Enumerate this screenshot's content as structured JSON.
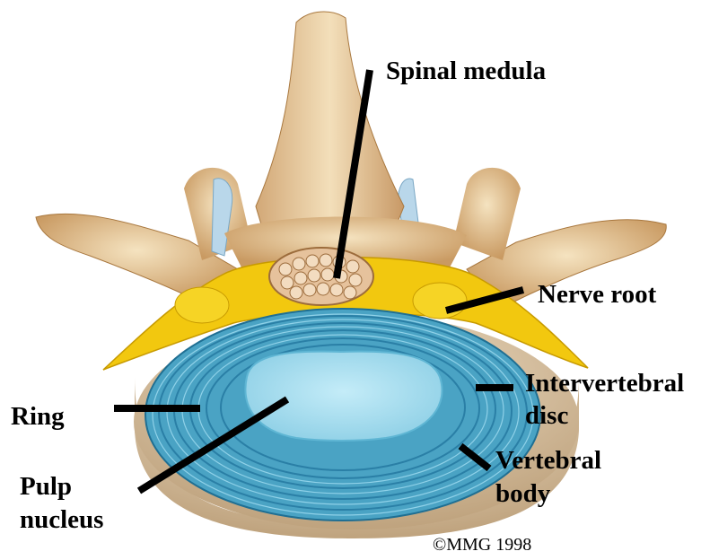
{
  "labels": {
    "spinal_medula": "Spinal medula",
    "nerve_root": "Nerve root",
    "intervertebral_line1": "Intervertebral",
    "intervertebral_line2": "disc",
    "ring": "Ring",
    "vertebral_line1": "Vertebral",
    "vertebral_line2": "body",
    "pulp_line1": "Pulp",
    "pulp_line2": "nucleus"
  },
  "copyright": "©MMG 1998",
  "colors": {
    "bone": "#e9cfa0",
    "bone_shadow": "#b98a55",
    "nerve": "#f2c80f",
    "disc_ring": "#4aa3c4",
    "disc_ring_dark": "#1f6f93",
    "nucleus": "#9fdcef",
    "vertebral_body": "#d9c3a2",
    "pointer": "#000000"
  }
}
